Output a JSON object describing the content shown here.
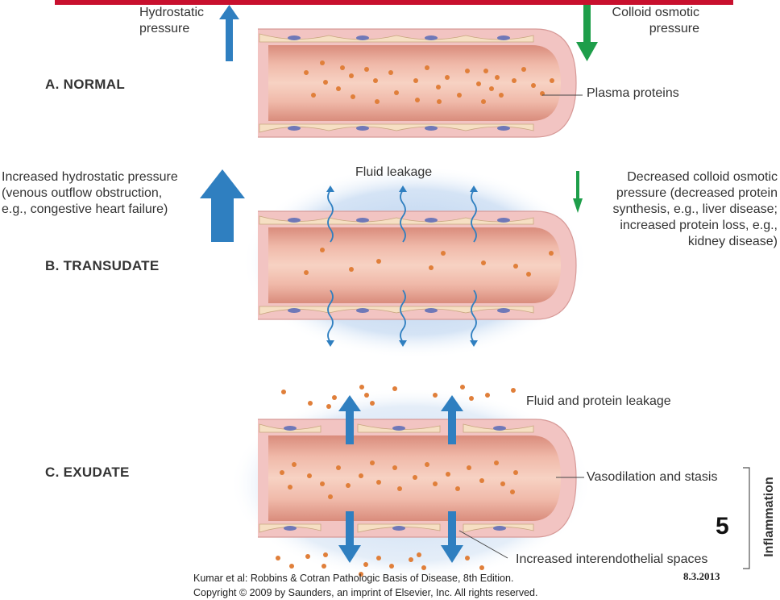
{
  "colors": {
    "vessel_wall": "#f2c4c2",
    "vessel_lumen": "#e8a594",
    "endothelium": "#f6dfc3",
    "nucleus": "#6f78b8",
    "protein_dot": "#e07f3a",
    "blue_arrow": "#2f7fc0",
    "green_arrow": "#1e9e4a",
    "edema_glow": "#a9c6ea",
    "top_bar": "#c8102e"
  },
  "panel_a": {
    "label": "A. NORMAL",
    "hydrostatic": "Hydrostatic\npressure",
    "colloid": "Colloid osmotic\npressure",
    "plasma_proteins": "Plasma proteins"
  },
  "panel_b": {
    "label": "B. TRANSUDATE",
    "fluid_leakage": "Fluid leakage",
    "increased_hydrostatic": "Increased hydrostatic pressure\n(venous outflow obstruction,\ne.g., congestive heart failure)",
    "decreased_colloid": "Decreased colloid osmotic\npressure (decreased protein\nsynthesis, e.g., liver disease;\nincreased protein loss, e.g.,\nkidney disease)"
  },
  "panel_c": {
    "label": "C. EXUDATE",
    "fluid_protein_leakage": "Fluid and protein leakage",
    "vasodilation": "Vasodilation and stasis",
    "interendothelial": "Increased interendothelial spaces",
    "inflammation": "Inflammation"
  },
  "footer": {
    "citation_line1": "Kumar et al: Robbins & Cotran Pathologic Basis of Disease, 8th Edition.",
    "citation_line2": "Copyright © 2009 by Saunders, an imprint of Elsevier, Inc. All rights reserved.",
    "page_number": "5",
    "date": "8.3.2013"
  }
}
